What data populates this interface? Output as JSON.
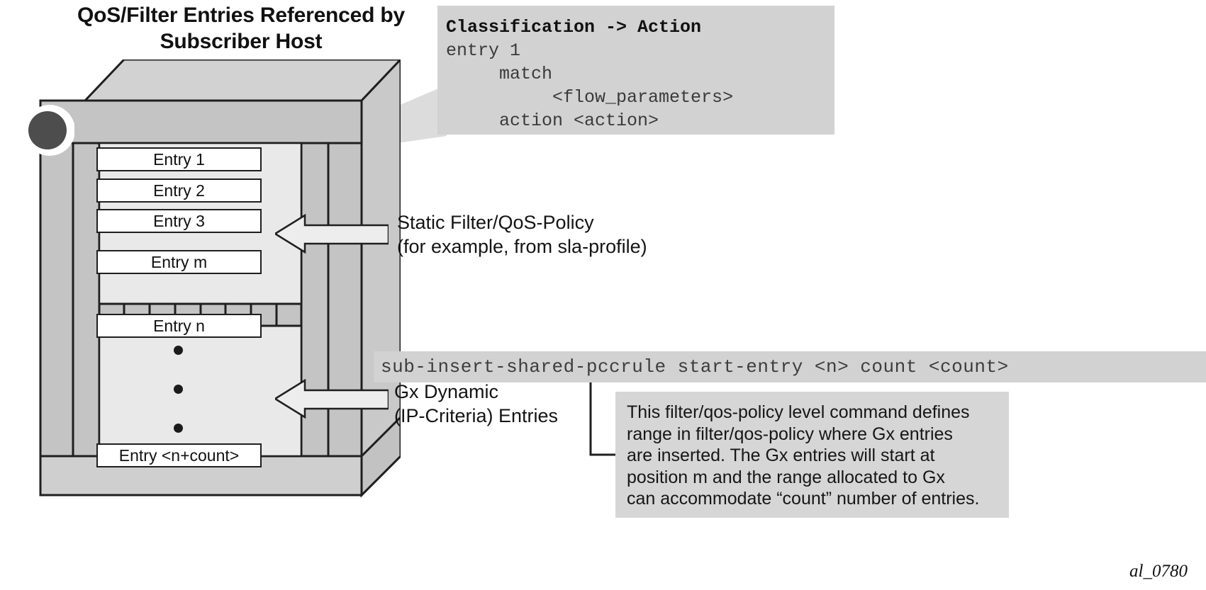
{
  "title": "QoS/Filter Entries Referenced by Subscriber Host",
  "code_callout": {
    "header": "Classification -> Action",
    "lines": [
      "entry 1",
      "     match",
      "          <flow_parameters>",
      "     action <action>"
    ]
  },
  "entries": {
    "static": [
      "Entry 1",
      "Entry 2",
      "Entry 3",
      "Entry m"
    ],
    "dynamic_first": "Entry n",
    "dynamic_last": "Entry <n+count>"
  },
  "labels": {
    "static_policy": "Static Filter/QoS-Policy\n(for example, from sla-profile)",
    "gx_dynamic": "Gx Dynamic\n(IP-Criteria) Entries"
  },
  "command": "sub-insert-shared-pccrule start-entry <n> count <count>",
  "description": [
    "This filter/qos-policy level command defines",
    "range in filter/qos-policy where Gx entries",
    "are inserted. The Gx entries will start at",
    "position m and the range allocated to Gx",
    "can accommodate “count” number of entries."
  ],
  "figure_id": "al_0780",
  "colors": {
    "callout_bg": "#d2d2d2",
    "desc_bg": "#d6d6d6",
    "box_top": "#d0d0d0",
    "box_front": "#c4c4c4",
    "box_inner": "#e7e7e7",
    "entry_fill": "#ffffff",
    "stroke": "#1f1f1f",
    "marker": "#4d4d4d"
  }
}
